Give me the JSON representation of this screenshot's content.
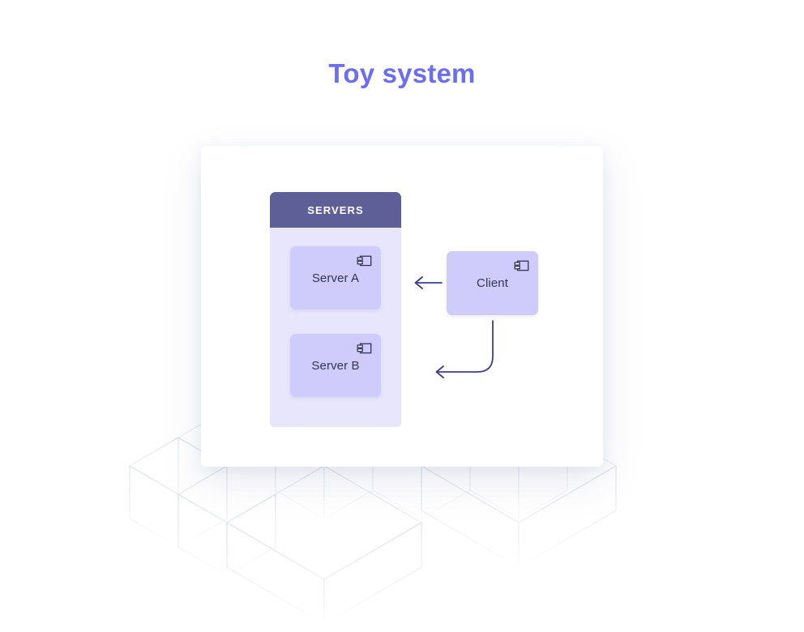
{
  "page": {
    "title": "Toy system",
    "title_color": "#6c6ef0",
    "background_color": "#ffffff"
  },
  "diagram": {
    "card_background": "#ffffff",
    "groups": [
      {
        "id": "servers",
        "header_label": "SERVERS",
        "header_color": "#5f5f98",
        "header_text_color": "#ffffff",
        "body_color": "#e8e6fc"
      }
    ],
    "nodes": [
      {
        "id": "server-a",
        "label": "Server A",
        "icon": "component-icon",
        "fill": "#cfcbfb",
        "text_color": "#303658",
        "group": "servers"
      },
      {
        "id": "server-b",
        "label": "Server B",
        "icon": "component-icon",
        "fill": "#cfcbfb",
        "text_color": "#303658",
        "group": "servers"
      },
      {
        "id": "client",
        "label": "Client",
        "icon": "component-icon",
        "fill": "#cfcbfb",
        "text_color": "#303658",
        "group": null
      }
    ],
    "connectors": [
      {
        "id": "client-to-server-a",
        "from": "client",
        "to": "server-a",
        "style": "straight",
        "direction": "left",
        "color": "#3b3f8f"
      },
      {
        "id": "client-to-server-b",
        "from": "client",
        "to": "server-b",
        "style": "elbow-down-left",
        "direction": "left",
        "color": "#3b3f8f"
      }
    ]
  },
  "decoration": {
    "pattern": "isometric-cubes",
    "stroke_color": "#e3e7ec"
  }
}
